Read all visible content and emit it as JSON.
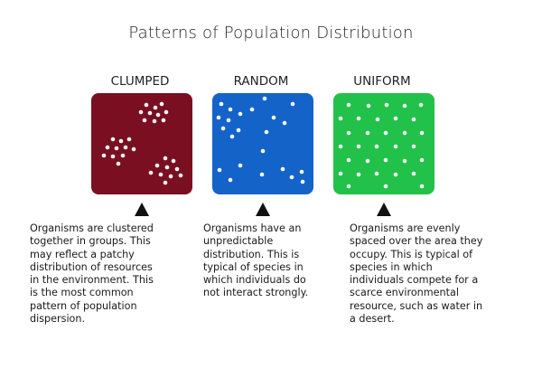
{
  "title": "Patterns of Population Distribution",
  "colors": {
    "clumped": "#7a0f22",
    "random": "#1463c9",
    "uniform": "#21c14a",
    "dot": "#ffffff"
  },
  "columns": [
    {
      "label": "CLUMPED",
      "icon": "up-triangle-icon",
      "description_lines": [
        "Organisms are clustered",
        "together in groups. This",
        "may reflect a patchy",
        "distribution of resources",
        "in the environment. This",
        "is the most common",
        "pattern of population",
        "dispersion."
      ]
    },
    {
      "label": "RANDOM",
      "icon": "up-triangle-icon",
      "description_lines": [
        "Organisms have an",
        "unpredictable",
        "distribution. This is",
        "typical of species in",
        "which individuals do",
        "not interact strongly."
      ]
    },
    {
      "label": "UNIFORM",
      "icon": "up-triangle-icon",
      "description_lines": [
        "Organisms are evenly",
        "spaced over the area they",
        "occupy. This is typical of",
        "species in which",
        "individuals compete for a",
        "scarce environmental",
        "resource, such as water in",
        "a desert."
      ]
    }
  ]
}
